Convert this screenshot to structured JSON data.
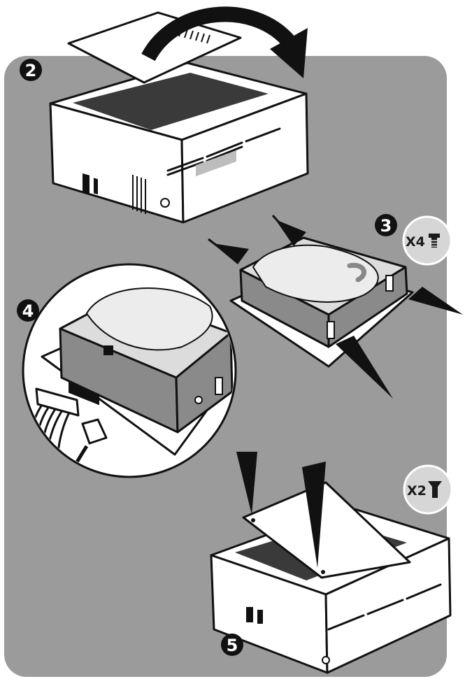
{
  "steps": [
    {
      "id": "step-2",
      "number": "2"
    },
    {
      "id": "step-3",
      "number": "3"
    },
    {
      "id": "step-4",
      "number": "4"
    },
    {
      "id": "step-5",
      "number": "5"
    }
  ],
  "screw_badges": [
    {
      "id": "badge-x4",
      "label": "X4",
      "icon": "hdd-screw-icon"
    },
    {
      "id": "badge-x2",
      "label": "X2",
      "icon": "countersunk-screw-icon"
    }
  ],
  "colors": {
    "panel": "#9b9b9b",
    "outline": "#111111",
    "device_white": "#ffffff",
    "device_dark": "#3a3a3a",
    "drive_top": "#dcdcdc",
    "drive_side": "#8a8a8a",
    "badge_bg": "#d6d6d6"
  }
}
